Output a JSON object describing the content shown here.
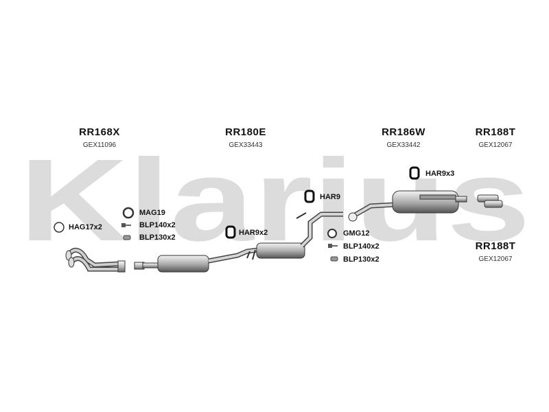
{
  "watermark": {
    "text": "Klarius",
    "color": "#d9d9d9"
  },
  "parts": [
    {
      "number": "RR168X",
      "reference": "GEX11096"
    },
    {
      "number": "RR180E",
      "reference": "GEX33443"
    },
    {
      "number": "RR186W",
      "reference": "GEX33442"
    },
    {
      "number": "RR188T",
      "reference": "GEX12067"
    },
    {
      "number": "RR188T",
      "reference": "GEX12067"
    }
  ],
  "accessories": {
    "hag17": "HAG17x2",
    "mag19": "MAG19",
    "blp140_a": "BLP140x2",
    "blp130_a": "BLP130x2",
    "har9x2": "HAR9x2",
    "har9": "HAR9",
    "gmg12": "GMG12",
    "blp140_b": "BLP140x2",
    "blp130_b": "BLP130x2",
    "har9x3": "HAR9x3"
  }
}
